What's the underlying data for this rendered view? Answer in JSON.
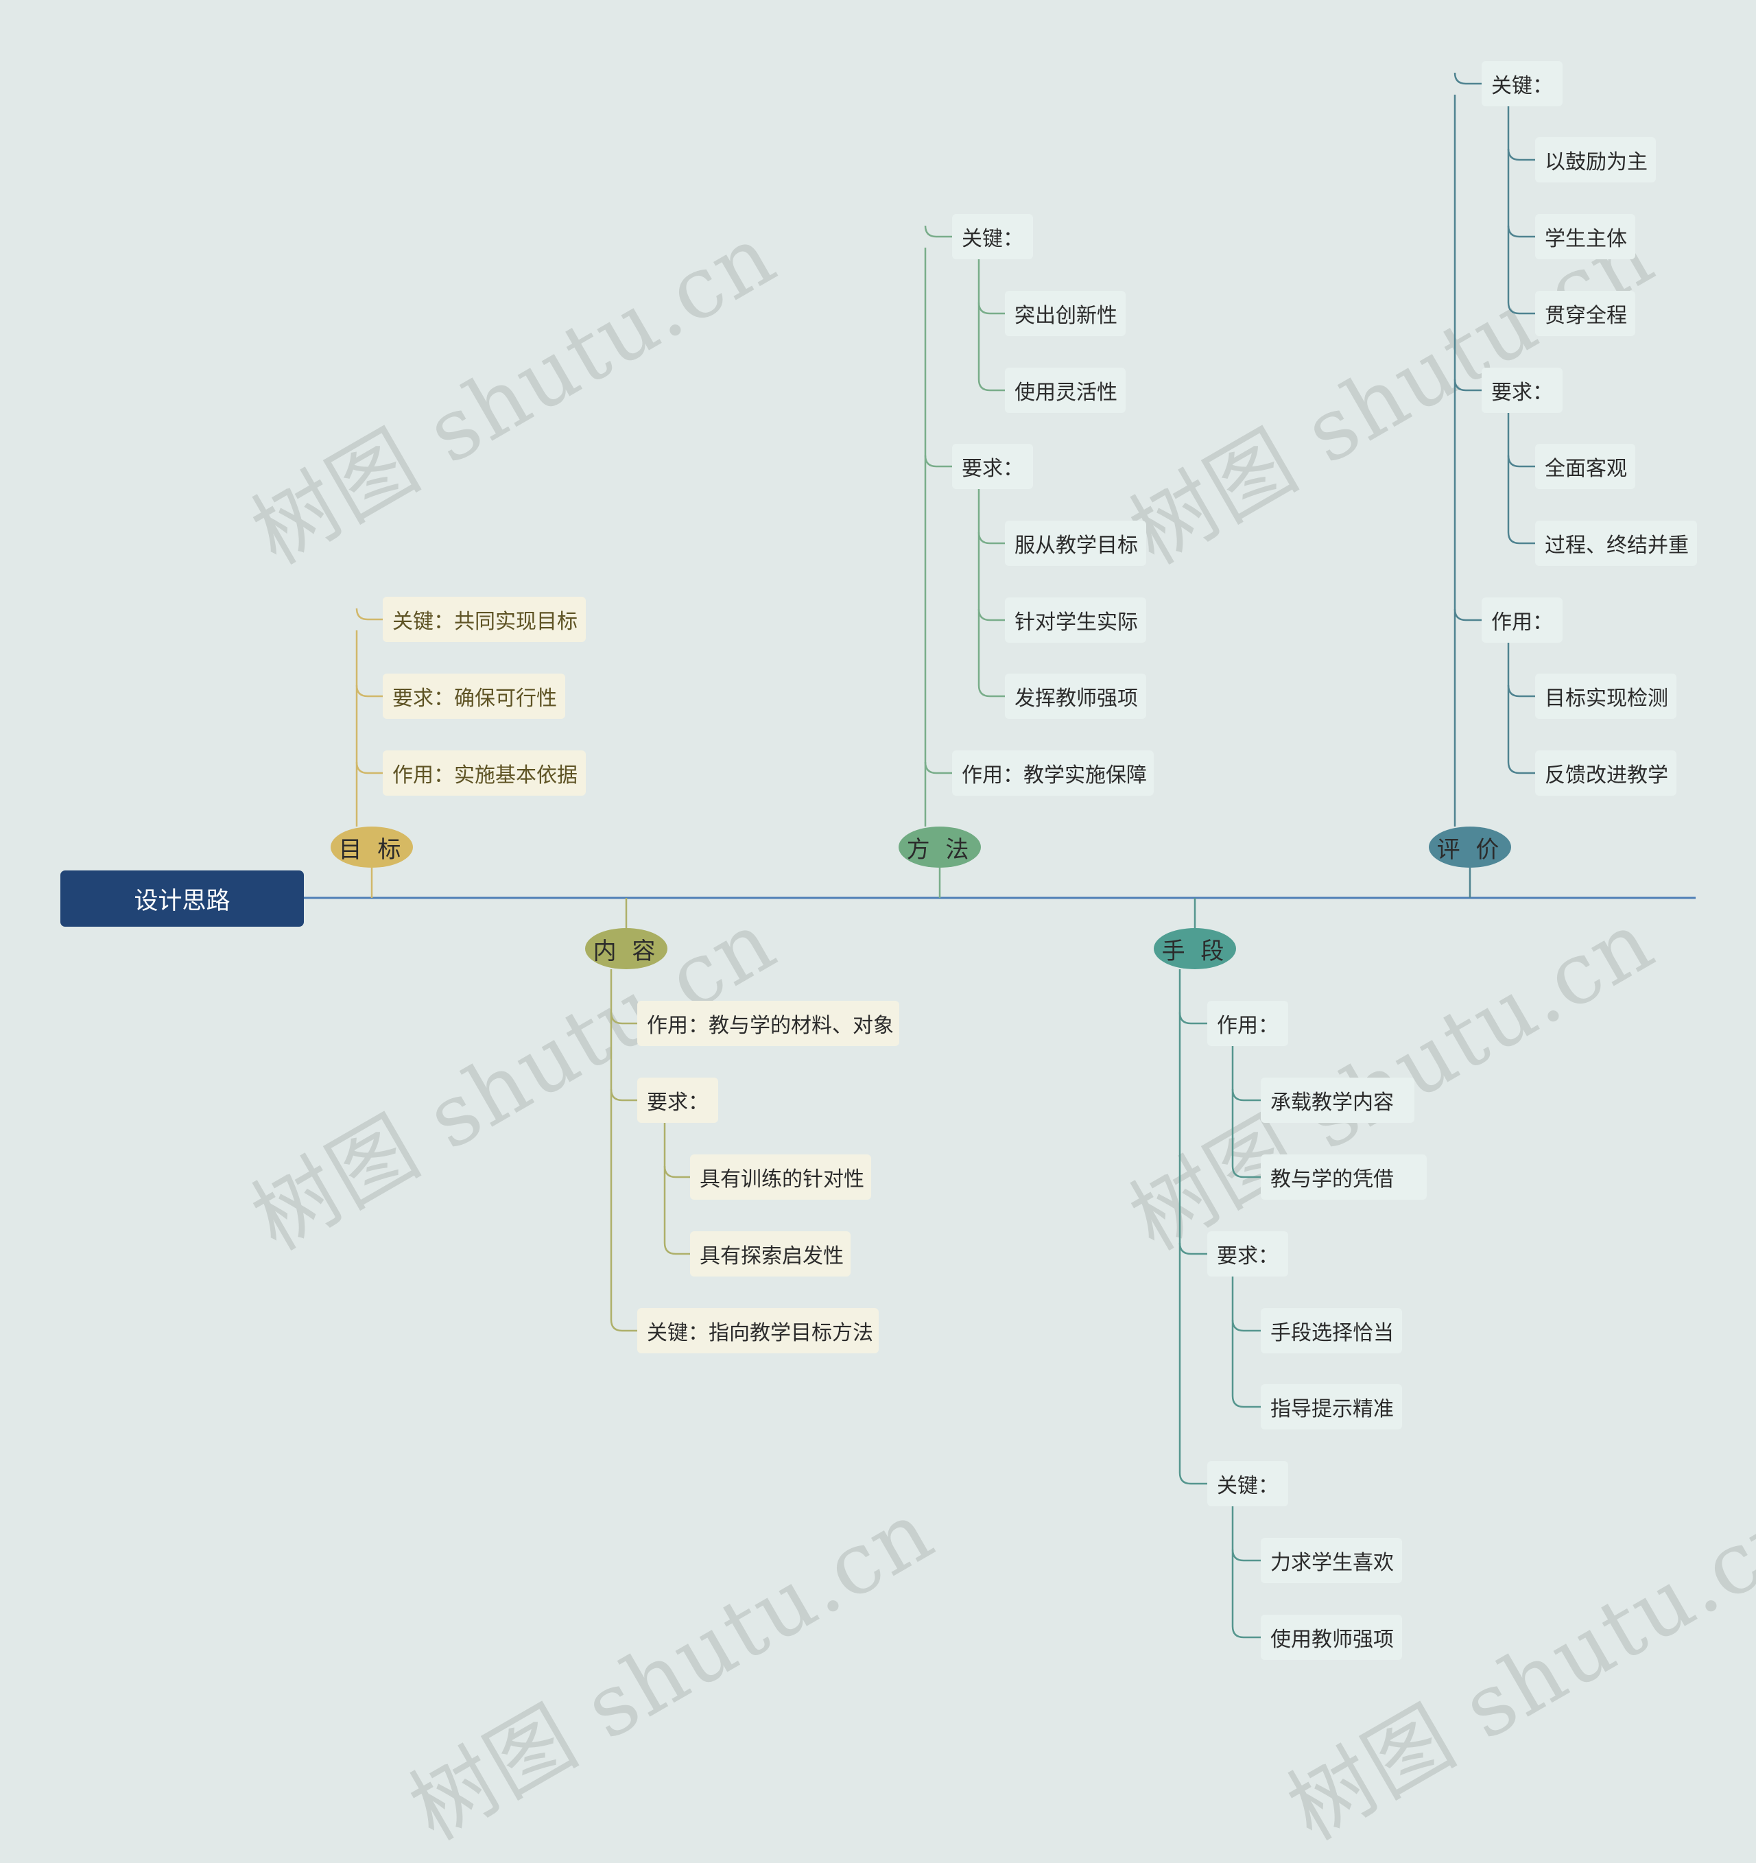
{
  "root": {
    "label": "设计思路"
  },
  "branches": [
    {
      "id": "mubiao",
      "label": "目 标",
      "color": "#d6b963",
      "line": "#d1b86a",
      "items": [
        {
          "label": "关键：共同实现目标"
        },
        {
          "label": "要求：确保可行性"
        },
        {
          "label": "作用：实施基本依据"
        }
      ]
    },
    {
      "id": "neirong",
      "label": "内 容",
      "color": "#a9ae61",
      "line": "#aeb06a",
      "items": [
        {
          "label": "作用：教与学的材料、对象"
        },
        {
          "label": "要求：",
          "children": [
            "具有训练的针对性",
            "具有探索启发性"
          ]
        },
        {
          "label": "关键：指向教学目标方法"
        }
      ]
    },
    {
      "id": "fangfa",
      "label": "方 法",
      "color": "#70ab82",
      "line": "#79ad8a",
      "items": [
        {
          "label": "关键：",
          "children": [
            "突出创新性",
            "使用灵活性"
          ]
        },
        {
          "label": "要求：",
          "children": [
            "服从教学目标",
            "针对学生实际",
            "发挥教师强项"
          ]
        },
        {
          "label": "作用：教学实施保障"
        }
      ]
    },
    {
      "id": "shouduan",
      "label": "手 段",
      "color": "#4f9e92",
      "line": "#55968e",
      "items": [
        {
          "label": "作用：",
          "children": [
            "承载教学内容",
            "教与学的凭借"
          ]
        },
        {
          "label": "要求：",
          "children": [
            "手段选择恰当",
            "指导提示精准"
          ]
        },
        {
          "label": "关键：",
          "children": [
            "力求学生喜欢",
            "使用教师强项"
          ]
        }
      ]
    },
    {
      "id": "pingjia",
      "label": "评 价",
      "color": "#4f8797",
      "line": "#4f8390",
      "items": [
        {
          "label": "关键：",
          "children": [
            "以鼓励为主",
            "学生主体",
            "贯穿全程"
          ]
        },
        {
          "label": "要求：",
          "children": [
            "全面客观",
            "过程、终结并重"
          ]
        },
        {
          "label": "作用：",
          "children": [
            "目标实现检测",
            "反馈改进教学"
          ]
        }
      ]
    }
  ],
  "watermark": "树图 shutu.cn",
  "colors": {
    "background": "#e1e9e8",
    "root": "#214475",
    "spine": "#4e7fb6"
  }
}
